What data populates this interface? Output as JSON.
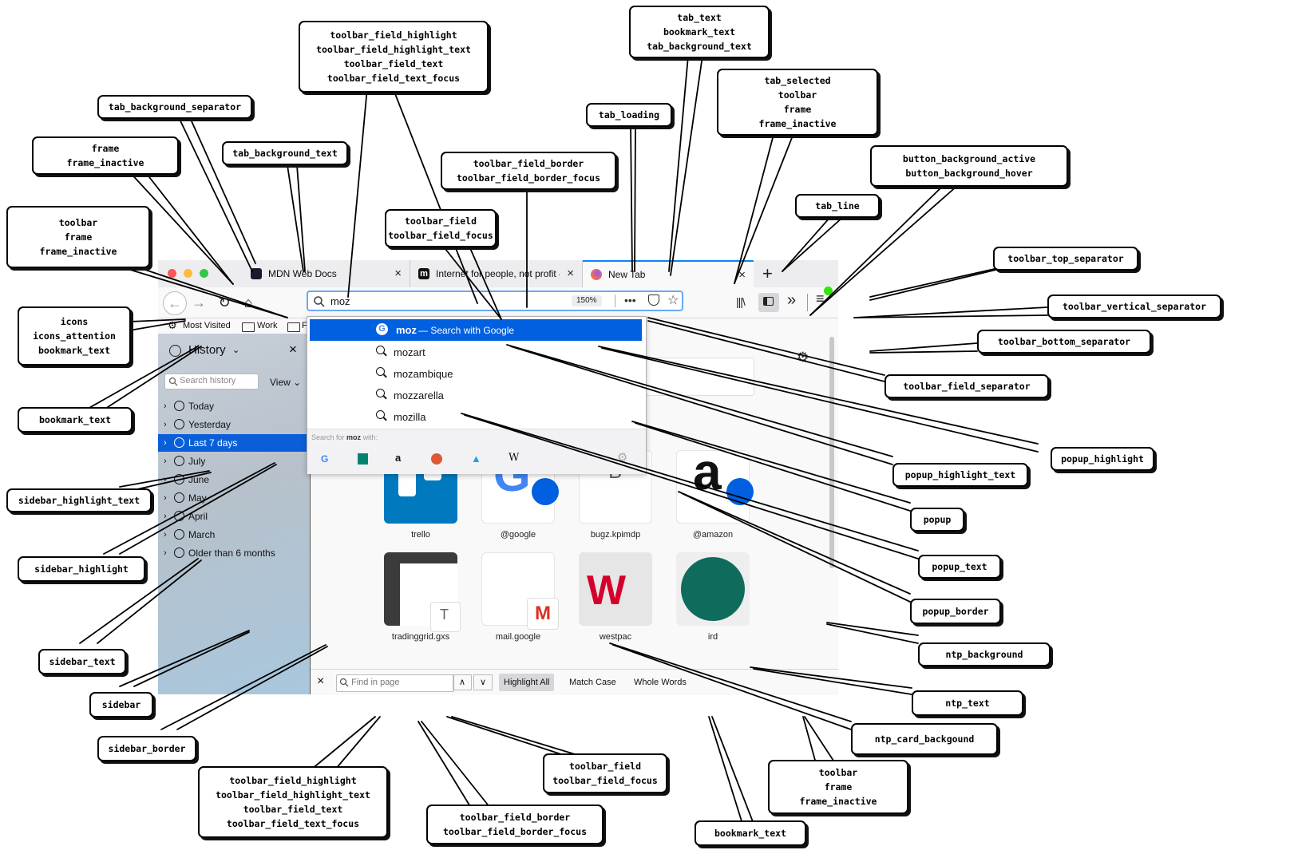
{
  "browser": {
    "tabs": [
      {
        "title": "MDN Web Docs",
        "close": "×"
      },
      {
        "title": "Internet for people, not profit –",
        "close": "×"
      },
      {
        "title": "New Tab",
        "close": "×"
      }
    ],
    "new_tab_symbol": "+",
    "urlbar": {
      "value": "moz",
      "zoom": "150%"
    },
    "bookmarks": [
      "Most Visited",
      "Work",
      "F"
    ],
    "sidebar": {
      "title": "History",
      "close": "×",
      "search_placeholder": "Search history",
      "view_label": "View",
      "items": [
        "Today",
        "Yesterday",
        "Last 7 days",
        "July",
        "June",
        "May",
        "April",
        "March",
        "Older than 6 months"
      ],
      "highlight_color": "#0a5fd9"
    },
    "popup": {
      "suggestions": [
        {
          "text": "moz",
          "suffix": "— Search with Google"
        },
        {
          "text": "mozart"
        },
        {
          "text": "mozambique"
        },
        {
          "text": "mozzarella"
        },
        {
          "text": "mozilla"
        }
      ],
      "search_for_prefix": "Search for",
      "search_for_query": "moz",
      "search_for_suffix": "with:",
      "highlight_color": "#0060df"
    },
    "ntp": {
      "tiles": [
        {
          "label": "trello"
        },
        {
          "label": "@google"
        },
        {
          "label": "bugz.kpimdp",
          "letter": "B"
        },
        {
          "label": "@amazon"
        },
        {
          "label": "tradinggrid.gxs",
          "letter": "T"
        },
        {
          "label": "mail.google"
        },
        {
          "label": "westpac"
        },
        {
          "label": "ird"
        }
      ]
    },
    "findbar": {
      "close": "×",
      "placeholder": "Find in page",
      "highlight_all": "Highlight All",
      "match_case": "Match Case",
      "whole_words": "Whole Words"
    },
    "accent_color": "#0a84ff"
  },
  "callouts": [
    {
      "id": "c1",
      "lines": [
        "toolbar_field_highlight",
        "toolbar_field_highlight_text",
        "toolbar_field_text",
        "toolbar_field_text_focus"
      ]
    },
    {
      "id": "c2",
      "lines": [
        "tab_text",
        "bookmark_text",
        "tab_background_text"
      ]
    },
    {
      "id": "c3",
      "lines": [
        "tab_background_separator"
      ]
    },
    {
      "id": "c4",
      "lines": [
        "tab_loading"
      ]
    },
    {
      "id": "c5",
      "lines": [
        "tab_selected",
        "toolbar",
        "frame",
        "frame_inactive"
      ]
    },
    {
      "id": "c6",
      "lines": [
        "frame",
        "frame_inactive"
      ]
    },
    {
      "id": "c7",
      "lines": [
        "tab_background_text"
      ]
    },
    {
      "id": "c8",
      "lines": [
        "toolbar_field_border",
        "toolbar_field_border_focus"
      ]
    },
    {
      "id": "c9",
      "lines": [
        "button_background_active",
        "button_background_hover"
      ]
    },
    {
      "id": "c10",
      "lines": [
        "tab_line"
      ]
    },
    {
      "id": "c11",
      "lines": [
        "toolbar",
        "frame",
        "frame_inactive"
      ]
    },
    {
      "id": "c12",
      "lines": [
        "toolbar_field",
        "toolbar_field_focus"
      ]
    },
    {
      "id": "c13",
      "lines": [
        "toolbar_top_separator"
      ]
    },
    {
      "id": "c14",
      "lines": [
        "toolbar_vertical_separator"
      ]
    },
    {
      "id": "c15",
      "lines": [
        "icons",
        "icons_attention",
        "bookmark_text"
      ]
    },
    {
      "id": "c16",
      "lines": [
        "toolbar_bottom_separator"
      ]
    },
    {
      "id": "c17",
      "lines": [
        "toolbar_field_separator"
      ]
    },
    {
      "id": "c18",
      "lines": [
        "bookmark_text"
      ]
    },
    {
      "id": "c19",
      "lines": [
        "popup_highlight"
      ]
    },
    {
      "id": "c20",
      "lines": [
        "popup_highlight_text"
      ]
    },
    {
      "id": "c21",
      "lines": [
        "sidebar_highlight_text"
      ]
    },
    {
      "id": "c22",
      "lines": [
        "popup"
      ]
    },
    {
      "id": "c23",
      "lines": [
        "popup_text"
      ]
    },
    {
      "id": "c24",
      "lines": [
        "sidebar_highlight"
      ]
    },
    {
      "id": "c25",
      "lines": [
        "popup_border"
      ]
    },
    {
      "id": "c26",
      "lines": [
        "ntp_background"
      ]
    },
    {
      "id": "c27",
      "lines": [
        "sidebar_text"
      ]
    },
    {
      "id": "c28",
      "lines": [
        "sidebar"
      ]
    },
    {
      "id": "c29",
      "lines": [
        "ntp_text"
      ]
    },
    {
      "id": "c30",
      "lines": [
        "ntp_card_backgound"
      ]
    },
    {
      "id": "c31",
      "lines": [
        "sidebar_border"
      ]
    },
    {
      "id": "c32",
      "lines": [
        "toolbar_field",
        "toolbar_field_focus"
      ]
    },
    {
      "id": "c33",
      "lines": [
        "toolbar",
        "frame",
        "frame_inactive"
      ]
    },
    {
      "id": "c34",
      "lines": [
        "toolbar_field_highlight",
        "toolbar_field_highlight_text",
        "toolbar_field_text",
        "toolbar_field_text_focus"
      ]
    },
    {
      "id": "c35",
      "lines": [
        "toolbar_field_border",
        "toolbar_field_border_focus"
      ]
    },
    {
      "id": "c36",
      "lines": [
        "bookmark_text"
      ]
    }
  ]
}
